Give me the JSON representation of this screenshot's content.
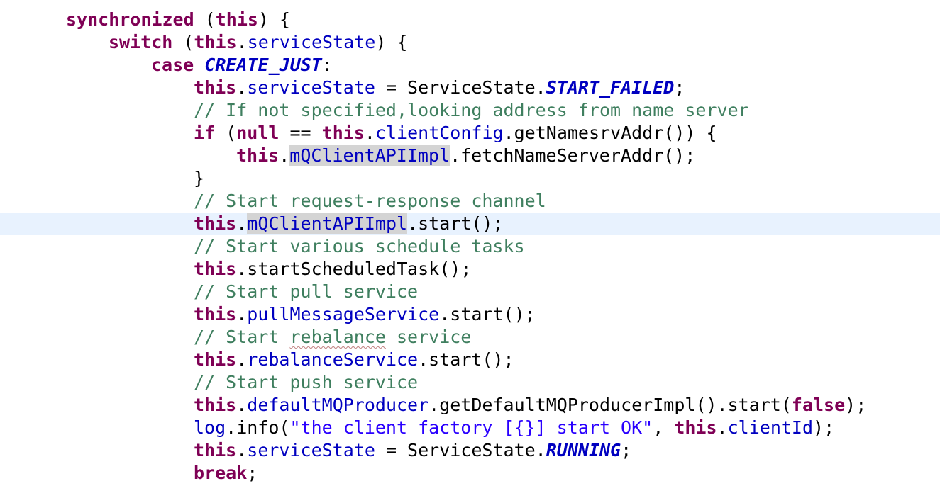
{
  "editor": {
    "lines": [
      {
        "indent": 1,
        "current": false,
        "tokens": [
          {
            "t": "kw",
            "s": "synchronized"
          },
          {
            "t": "plain",
            "s": " ("
          },
          {
            "t": "kw",
            "s": "this"
          },
          {
            "t": "plain",
            "s": ") {"
          }
        ]
      },
      {
        "indent": 2,
        "current": false,
        "tokens": [
          {
            "t": "kw",
            "s": "switch"
          },
          {
            "t": "plain",
            "s": " ("
          },
          {
            "t": "kw",
            "s": "this"
          },
          {
            "t": "plain",
            "s": "."
          },
          {
            "t": "field",
            "s": "serviceState"
          },
          {
            "t": "plain",
            "s": ") {"
          }
        ]
      },
      {
        "indent": 3,
        "current": false,
        "tokens": [
          {
            "t": "kw",
            "s": "case"
          },
          {
            "t": "plain",
            "s": " "
          },
          {
            "t": "const",
            "s": "CREATE_JUST"
          },
          {
            "t": "plain",
            "s": ":"
          }
        ]
      },
      {
        "indent": 4,
        "current": false,
        "tokens": [
          {
            "t": "kw",
            "s": "this"
          },
          {
            "t": "plain",
            "s": "."
          },
          {
            "t": "field",
            "s": "serviceState"
          },
          {
            "t": "plain",
            "s": " = ServiceState."
          },
          {
            "t": "const",
            "s": "START_FAILED"
          },
          {
            "t": "plain",
            "s": ";"
          }
        ]
      },
      {
        "indent": 4,
        "current": false,
        "tokens": [
          {
            "t": "comment",
            "s": "// If not specified,looking address from name server"
          }
        ]
      },
      {
        "indent": 4,
        "current": false,
        "tokens": [
          {
            "t": "kw",
            "s": "if"
          },
          {
            "t": "plain",
            "s": " ("
          },
          {
            "t": "kw",
            "s": "null"
          },
          {
            "t": "plain",
            "s": " == "
          },
          {
            "t": "kw",
            "s": "this"
          },
          {
            "t": "plain",
            "s": "."
          },
          {
            "t": "field",
            "s": "clientConfig"
          },
          {
            "t": "plain",
            "s": ".getNamesrvAddr()) {"
          }
        ]
      },
      {
        "indent": 5,
        "current": false,
        "tokens": [
          {
            "t": "kw",
            "s": "this"
          },
          {
            "t": "plain",
            "s": "."
          },
          {
            "t": "field occ",
            "s": "mQClientAPIImpl"
          },
          {
            "t": "plain",
            "s": ".fetchNameServerAddr();"
          }
        ]
      },
      {
        "indent": 4,
        "current": false,
        "tokens": [
          {
            "t": "plain",
            "s": "}"
          }
        ]
      },
      {
        "indent": 4,
        "current": false,
        "tokens": [
          {
            "t": "comment",
            "s": "// Start request-response channel"
          }
        ]
      },
      {
        "indent": 4,
        "current": true,
        "tokens": [
          {
            "t": "kw",
            "s": "this"
          },
          {
            "t": "plain",
            "s": "."
          },
          {
            "t": "field occ",
            "s": "mQClientAPIImpl"
          },
          {
            "t": "plain",
            "s": ".start();"
          }
        ]
      },
      {
        "indent": 4,
        "current": false,
        "tokens": [
          {
            "t": "comment",
            "s": "// Start various schedule tasks"
          }
        ]
      },
      {
        "indent": 4,
        "current": false,
        "tokens": [
          {
            "t": "kw",
            "s": "this"
          },
          {
            "t": "plain",
            "s": ".startScheduledTask();"
          }
        ]
      },
      {
        "indent": 4,
        "current": false,
        "tokens": [
          {
            "t": "comment",
            "s": "// Start pull service"
          }
        ]
      },
      {
        "indent": 4,
        "current": false,
        "tokens": [
          {
            "t": "kw",
            "s": "this"
          },
          {
            "t": "plain",
            "s": "."
          },
          {
            "t": "field",
            "s": "pullMessageService"
          },
          {
            "t": "plain",
            "s": ".start();"
          }
        ]
      },
      {
        "indent": 4,
        "current": false,
        "tokens": [
          {
            "t": "comment",
            "s": "// Start "
          },
          {
            "t": "comment spell",
            "s": "rebalance"
          },
          {
            "t": "comment",
            "s": " service"
          }
        ]
      },
      {
        "indent": 4,
        "current": false,
        "tokens": [
          {
            "t": "kw",
            "s": "this"
          },
          {
            "t": "plain",
            "s": "."
          },
          {
            "t": "field",
            "s": "rebalanceService"
          },
          {
            "t": "plain",
            "s": ".start();"
          }
        ]
      },
      {
        "indent": 4,
        "current": false,
        "tokens": [
          {
            "t": "comment",
            "s": "// Start push service"
          }
        ]
      },
      {
        "indent": 4,
        "current": false,
        "tokens": [
          {
            "t": "kw",
            "s": "this"
          },
          {
            "t": "plain",
            "s": "."
          },
          {
            "t": "field",
            "s": "defaultMQProducer"
          },
          {
            "t": "plain",
            "s": ".getDefaultMQProducerImpl().start("
          },
          {
            "t": "kw",
            "s": "false"
          },
          {
            "t": "plain",
            "s": ");"
          }
        ]
      },
      {
        "indent": 4,
        "current": false,
        "tokens": [
          {
            "t": "field",
            "s": "log"
          },
          {
            "t": "plain",
            "s": ".info("
          },
          {
            "t": "str",
            "s": "\"the client factory [{}] start OK\""
          },
          {
            "t": "plain",
            "s": ", "
          },
          {
            "t": "kw",
            "s": "this"
          },
          {
            "t": "plain",
            "s": "."
          },
          {
            "t": "field",
            "s": "clientId"
          },
          {
            "t": "plain",
            "s": ");"
          }
        ]
      },
      {
        "indent": 4,
        "current": false,
        "tokens": [
          {
            "t": "kw",
            "s": "this"
          },
          {
            "t": "plain",
            "s": "."
          },
          {
            "t": "field",
            "s": "serviceState"
          },
          {
            "t": "plain",
            "s": " = ServiceState."
          },
          {
            "t": "const",
            "s": "RUNNING"
          },
          {
            "t": "plain",
            "s": ";"
          }
        ]
      },
      {
        "indent": 4,
        "current": false,
        "tokens": [
          {
            "t": "kw",
            "s": "break"
          },
          {
            "t": "plain",
            "s": ";"
          }
        ]
      }
    ]
  }
}
